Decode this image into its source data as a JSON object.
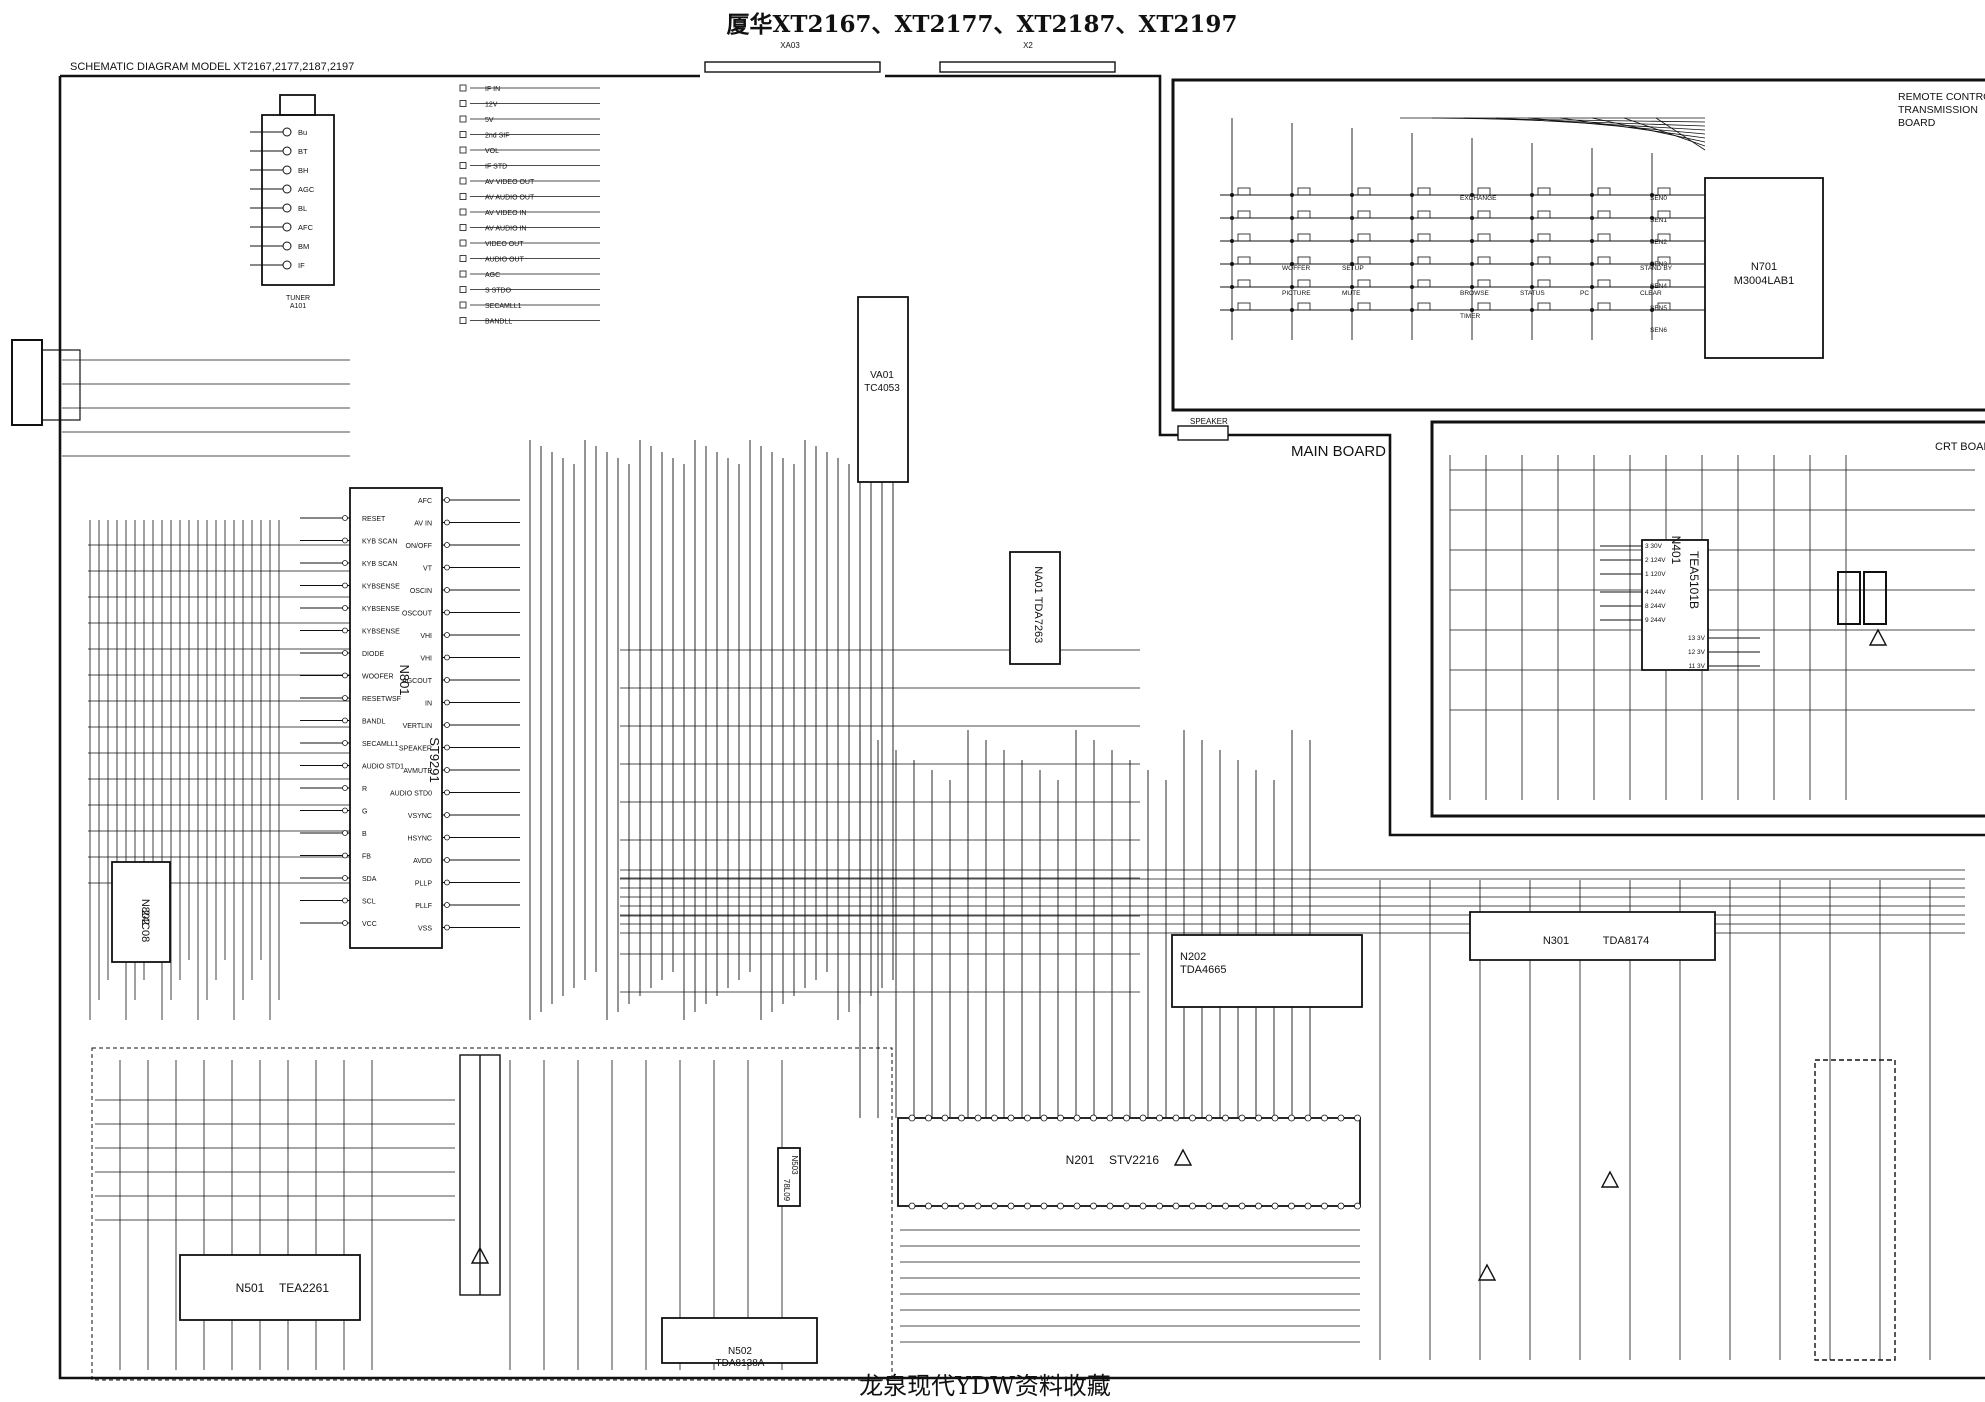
{
  "title": "厦华XT2167、XT2177、XT2187、XT2197",
  "subtitle": "SCHEMATIC DIAGRAM MODEL  XT2167,2177,2187,2197",
  "watermark": "龙泉现代YDW资料收藏",
  "boards": {
    "main": "MAIN BOARD",
    "remote": [
      "REMOTE CONTROL",
      "TRANSMISSION",
      "BOARD"
    ],
    "crt": "CRT BOARD"
  },
  "connectors": {
    "speaker": "SPEAKER",
    "xa03": "XA03",
    "x2": "X2"
  },
  "ics": [
    {
      "id": "tuner",
      "label": "TUNER",
      "ref": "A101"
    },
    {
      "id": "n701",
      "label": "N701",
      "part": "M3004LAB1"
    },
    {
      "id": "va01",
      "label": "VA01",
      "part": "TC4053"
    },
    {
      "id": "n801",
      "label": "N801",
      "part": "ST9291"
    },
    {
      "id": "n802",
      "label": "N802",
      "part": "24C08"
    },
    {
      "id": "na01",
      "label": "NA01",
      "part": "TDA7263"
    },
    {
      "id": "n401",
      "label": "N401",
      "part": "TEA5101B"
    },
    {
      "id": "n202",
      "label": "N202",
      "part": "TDA4665"
    },
    {
      "id": "n301",
      "label": "N301",
      "part": "TDA8174"
    },
    {
      "id": "n201",
      "label": "N201",
      "part": "STV2216"
    },
    {
      "id": "n501",
      "label": "N501",
      "part": "TEA2261"
    },
    {
      "id": "n502",
      "label": "N502",
      "part": "TDA8138A"
    },
    {
      "id": "n503",
      "label": "N503",
      "part": "78L09"
    }
  ],
  "tuner_pins": [
    "Bu",
    "BT",
    "BH",
    "AGC",
    "BL",
    "AFC",
    "BM",
    "IF"
  ],
  "av_pins": [
    "IF IN",
    "12V",
    "5V",
    "2nd SIF",
    "VOL",
    "IF STD",
    "AV VIDEO OUT",
    "AV AUDIO OUT",
    "AV VIDEO IN",
    "AV AUDIO IN",
    "VIDEO OUT",
    "AUDIO OUT",
    "AGC",
    "S STDO",
    "SECAMLL1",
    "BANDLL"
  ],
  "n801_left": [
    "RESET",
    "KYB SCAN",
    "KYB SCAN",
    "KYBSENSE",
    "KYBSENSE",
    "KYBSENSE",
    "DIODE",
    "WOOFER",
    "RESETWSF",
    "BANDL",
    "SECAMLL1",
    "AUDIO STD1",
    "R",
    "G",
    "B",
    "FB",
    "SDA",
    "SCL",
    "VCC"
  ],
  "n801_right": [
    "AFC",
    "AV IN",
    "ON/OFF",
    "VT",
    "OSCIN",
    "OSCOUT",
    "VHI",
    "VHI",
    "AGCOUT",
    "IN",
    "VERTLIN",
    "SPEAKER",
    "AVMUTE",
    "AUDIO STD0",
    "VSYNC",
    "HSYNC",
    "AVDD",
    "PLLP",
    "PLLF",
    "VSS"
  ],
  "remote_labels": {
    "keys": [
      "WOFFER",
      "PICTURE",
      "SETUP",
      "MUTE",
      "EXCHANGE",
      "BROWSE",
      "TIMER",
      "STATUS",
      "PC",
      "CLEAR",
      "STAND BY"
    ],
    "sen": [
      "SEN0",
      "SEN1",
      "SEN2",
      "SEN3",
      "SEN4",
      "SEN5",
      "SEN6"
    ]
  },
  "n401_pins": [
    "3 30V",
    "2 124V",
    "1 120V",
    "4 244V",
    "8 244V",
    "9 244V",
    "13 3V",
    "12 3V",
    "11 3V"
  ]
}
